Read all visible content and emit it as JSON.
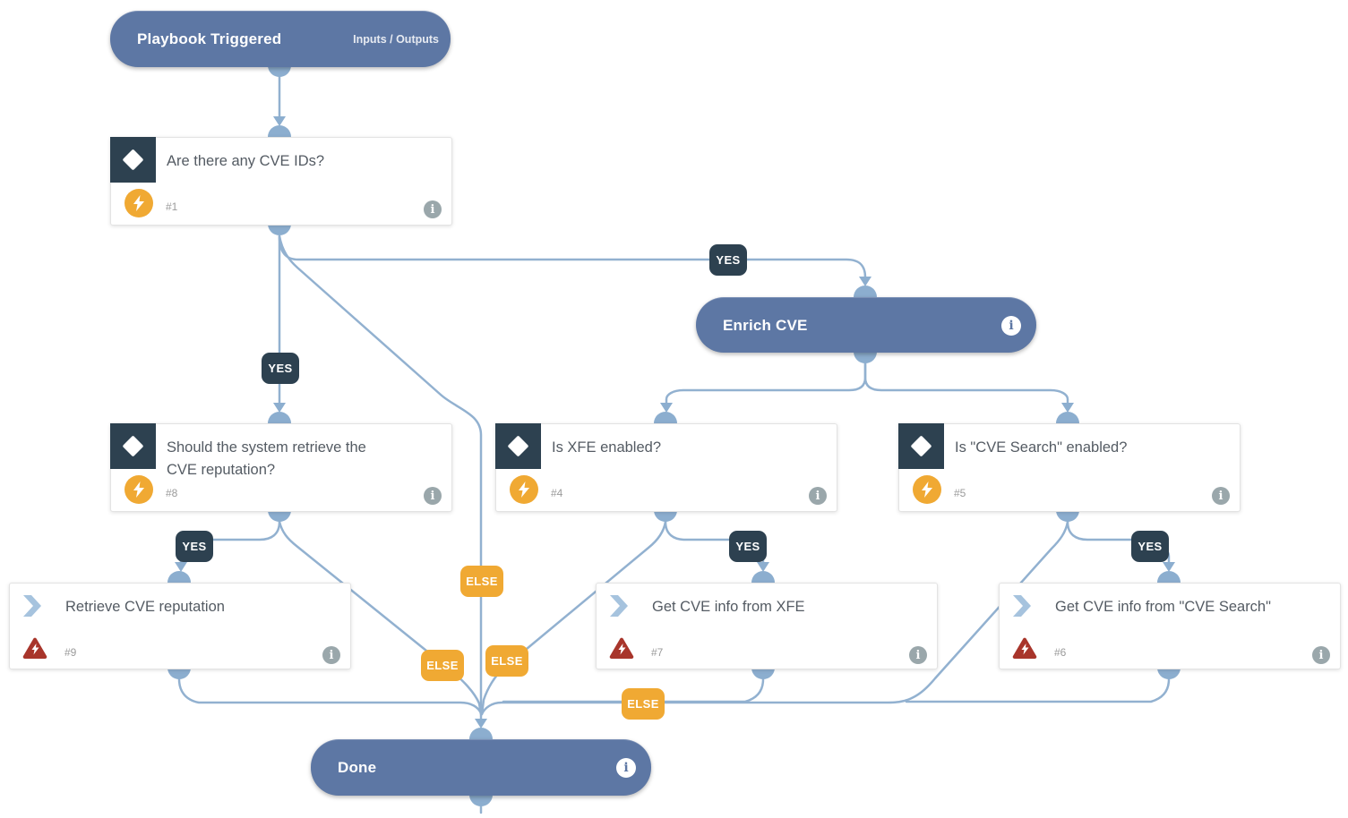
{
  "edge_labels": {
    "yes": "YES",
    "else": "ELSE"
  },
  "info_glyph": "i",
  "nodes": {
    "playbook": {
      "title": "Playbook Triggered",
      "io_link": "Inputs / Outputs"
    },
    "cond_cve_ids": {
      "title": "Are there any CVE IDs?",
      "number": "#1"
    },
    "section_enrich": {
      "title": "Enrich CVE"
    },
    "cond_reputation": {
      "title": "Should the system retrieve the CVE reputation?",
      "number": "#8"
    },
    "cond_xfe": {
      "title": "Is XFE enabled?",
      "number": "#4"
    },
    "cond_cve_search": {
      "title": "Is \"CVE Search\" enabled?",
      "number": "#5"
    },
    "task_reputation": {
      "title": "Retrieve CVE reputation",
      "number": "#9"
    },
    "task_xfe": {
      "title": "Get CVE info from XFE",
      "number": "#7"
    },
    "task_cve_search": {
      "title": "Get CVE info from \"CVE Search\"",
      "number": "#6"
    },
    "done": {
      "title": "Done"
    }
  },
  "colors": {
    "pill": "#5d77a4",
    "dark_navy": "#2d4150",
    "orange": "#f0a933",
    "red": "#a8352b",
    "edge": "#92b1d0",
    "connector": "#8caecf",
    "card_text": "#545b63"
  }
}
